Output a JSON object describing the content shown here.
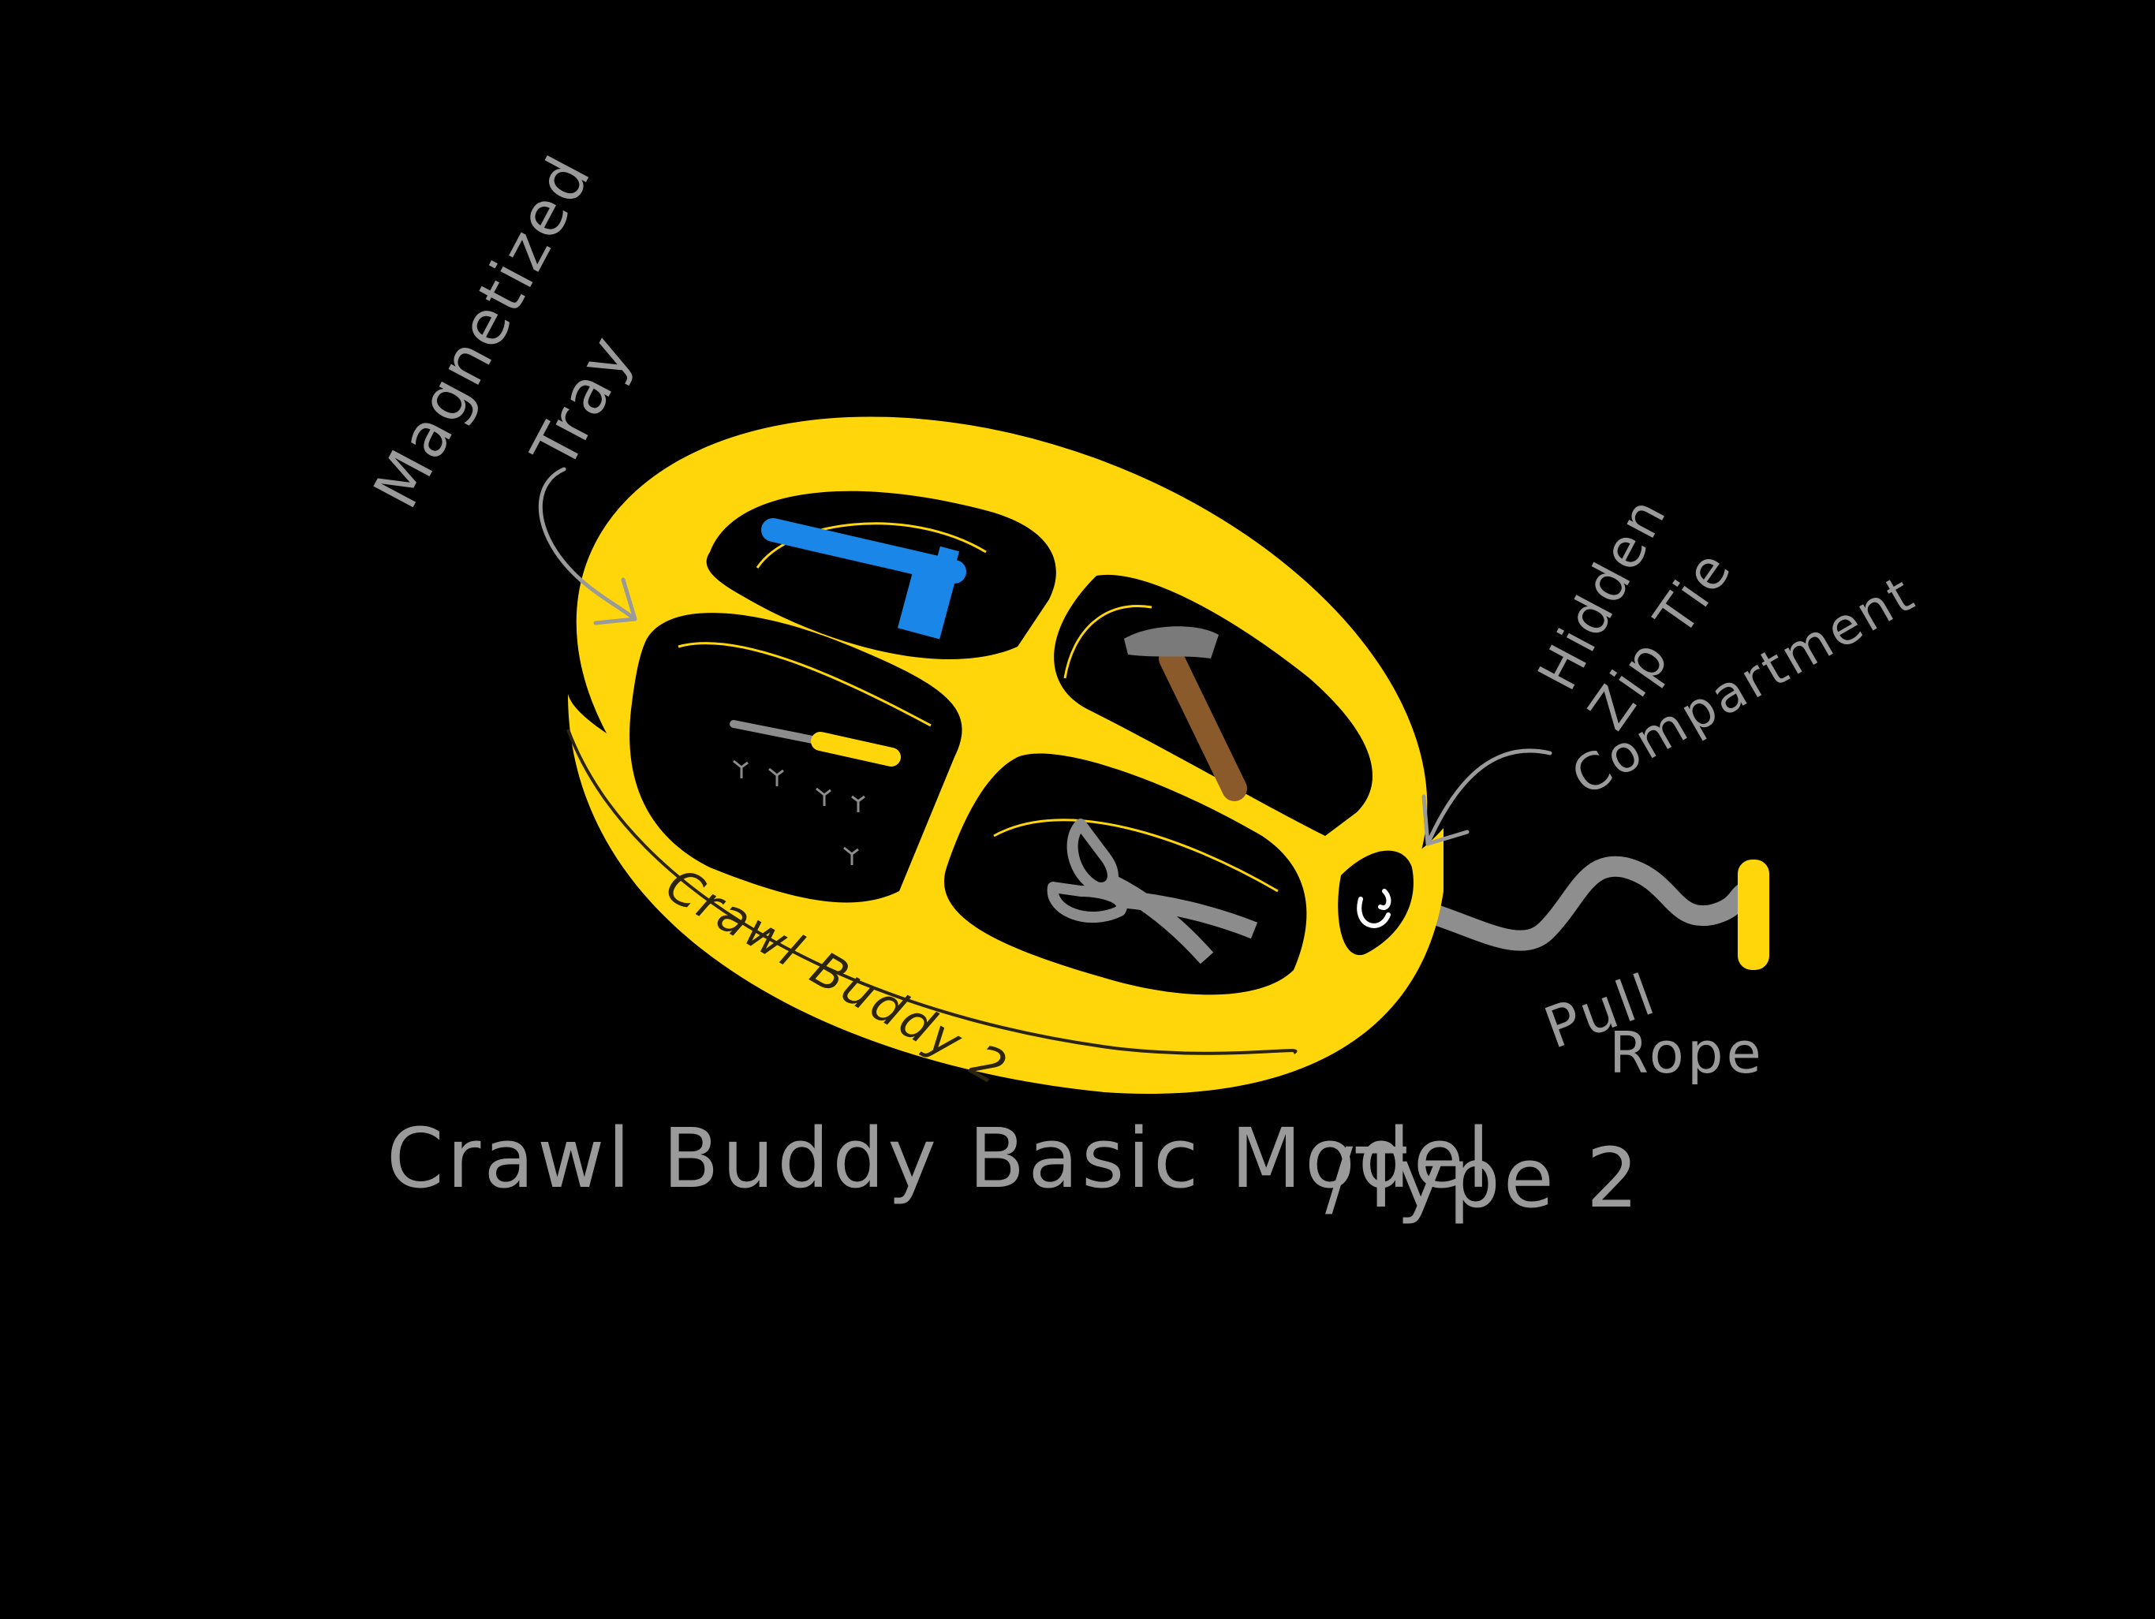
{
  "colors": {
    "background": "#000000",
    "body_yellow": "#FFD60A",
    "annotation_gray": "#9A9A9A",
    "line_dark": "#2A2410",
    "tool_blue": "#1A86E8",
    "tool_gray": "#8C8C8C",
    "hammer_handle": "#8B5A2B",
    "hammer_head": "#7A7A7A",
    "rope_gray": "#8E8E8E"
  },
  "annotations": {
    "magnetized_line1": "Magnetized",
    "magnetized_line2": "Tray",
    "hidden_line1": "Hidden",
    "hidden_line2": "Zip Tie",
    "hidden_line3": "Compartment",
    "pull_line1": "Pull",
    "pull_line2": "Rope",
    "side_label": "Crawl Buddy 2",
    "title_main": "Crawl Buddy Basic Model",
    "title_type": "/Type 2"
  },
  "icons": {
    "wrench": "wrench-icon",
    "screwdriver": "screwdriver-icon",
    "hammer": "hammer-icon",
    "scissors": "scissors-icon",
    "zip_tie": "zip-tie-icon",
    "rope_handle": "rope-handle-icon"
  }
}
